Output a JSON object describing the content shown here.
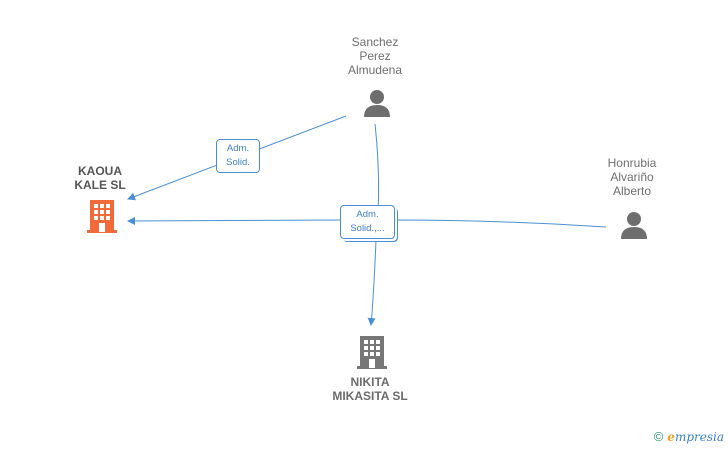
{
  "nodes": {
    "sanchez": {
      "label": "Sanchez\nPerez\nAlmudena",
      "icon": "person-icon"
    },
    "honrubia": {
      "label": "Honrubia\nAlvariño\nAlberto",
      "icon": "person-icon"
    },
    "kaoua": {
      "label": "KAOUA\nKALE  SL",
      "icon": "building-icon",
      "color": "#f26a3a"
    },
    "nikita": {
      "label": "NIKITA\nMIKASITA  SL",
      "icon": "building-icon",
      "color": "#777777"
    }
  },
  "edges": {
    "sanchez_kaoua": "Adm.\nSolid.",
    "group": "Adm.\nSolid.,..."
  },
  "colors": {
    "edge": "#4a8fd6",
    "person": "#6e6e6e"
  },
  "footer": {
    "copyright": "©",
    "brand_initial": "e",
    "brand_rest": "mpresia"
  }
}
